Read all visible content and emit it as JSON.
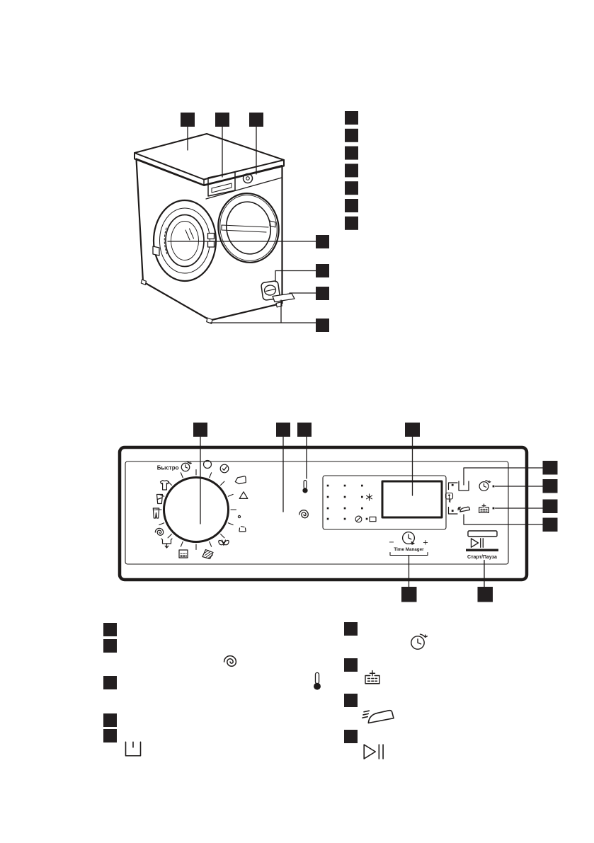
{
  "page": {
    "type": "washing-machine-user-manual-page",
    "background": "#ffffff",
    "ink": "#1e1b1a",
    "marker_color": "#231f20"
  },
  "product_overview": {
    "description": "Line drawing of washing machine with open door",
    "top_callout_count": 3,
    "list_callout_count": 7,
    "side_callout_count": 4
  },
  "control_panel": {
    "dial_quick_label": "Быстро",
    "time_manager": {
      "label": "Time Manager",
      "minus": "−",
      "plus": "+"
    },
    "start_pause_label": "Старт/Пауза",
    "top_callout_count": 4,
    "right_callout_count": 4,
    "bottom_callout_count": 2,
    "dial_program_icons": [
      "quick-clock",
      "off-circle",
      "eco-check",
      "cotton",
      "synthetics-triangle",
      "delicates-flower",
      "wool-handwash",
      "silk-butterfly",
      "duvet",
      "rinse",
      "drain",
      "spin-spiral",
      "jeans",
      "curtains",
      "t-shirt"
    ],
    "button_icons": [
      "temperature-thermometer",
      "spin-spiral",
      "prewash-tub",
      "delay-start-clock",
      "easy-iron",
      "extra-rinse",
      "time-manager-clock",
      "start-pause"
    ],
    "indicator_icons": [
      "frost-snowflake",
      "no-spin",
      "door",
      "key-lock",
      "led-dot"
    ]
  },
  "legend": {
    "left_marker_count": 5,
    "right_marker_count": 4,
    "left_icons": [
      "spin-spiral",
      "temperature-thermometer",
      "prewash-tub"
    ],
    "right_icons": [
      "delay-start-clock",
      "extra-rinse",
      "easy-iron",
      "start-pause"
    ]
  }
}
